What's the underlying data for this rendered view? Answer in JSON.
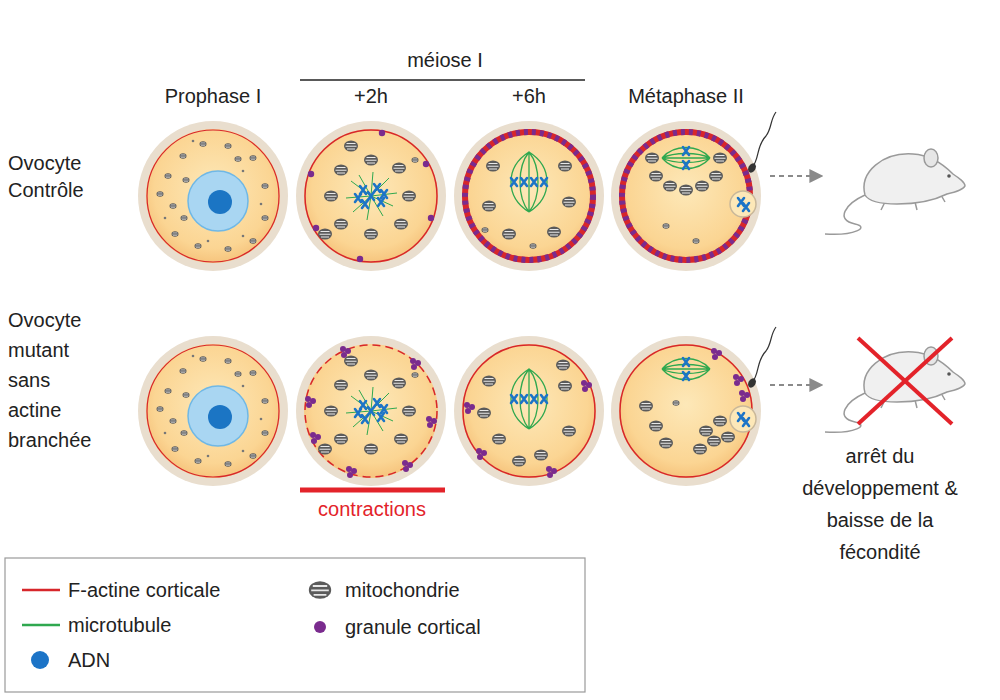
{
  "diagram": {
    "labels": [
      "méiose I",
      "Prophase I",
      "+2h",
      "+6h",
      "Métaphase II",
      "Ovocyte Contrôle",
      "Ovocyte mutant sans actine branchée",
      "contractions",
      "arrêt du développement & baisse de la fécondité"
    ],
    "legend": [
      {
        "text": "F-actine corticale"
      },
      {
        "text": "microtubule"
      },
      {
        "text": "ADN",
        "color": "#1c74c7"
      },
      {
        "text": "mitochondrie"
      },
      {
        "text": "granule cortical",
        "color": "#7a2b8e"
      }
    ]
  }
}
